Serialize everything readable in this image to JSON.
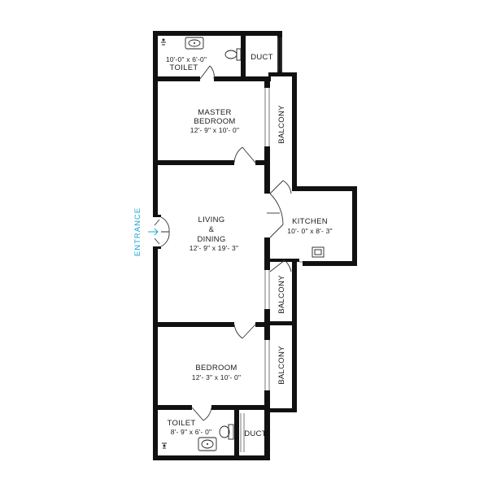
{
  "accent_color": "#1aa5d4",
  "wall_color": "#111111",
  "entrance": {
    "label": "ENTRANCE"
  },
  "rooms": {
    "toilet_top": {
      "name": "TOILET",
      "dims": "10'-0\" x 6'-0\""
    },
    "duct_top": {
      "name": "DUCT"
    },
    "master_bedroom": {
      "name_line1": "MASTER",
      "name_line2": "BEDROOM",
      "dims": "12'- 9\" x 10'- 0\""
    },
    "balcony_top": {
      "name": "BALCONY"
    },
    "living": {
      "name_line1": "LIVING",
      "name_line2": "&",
      "name_line3": "DINING",
      "dims": "12'- 9\" x 19'- 3\""
    },
    "kitchen": {
      "name": "KITCHEN",
      "dims": "10'- 0\" x 8'- 3\""
    },
    "balcony_mid": {
      "name": "BALCONY"
    },
    "bedroom": {
      "name": "BEDROOM",
      "dims": "12'- 3\" x 10'- 0\""
    },
    "balcony_bottom": {
      "name": "BALCONY"
    },
    "toilet_bottom": {
      "name": "TOILET",
      "dims": "8'- 9\" x 6'- 0\""
    },
    "duct_bottom": {
      "name": "DUCT"
    }
  }
}
